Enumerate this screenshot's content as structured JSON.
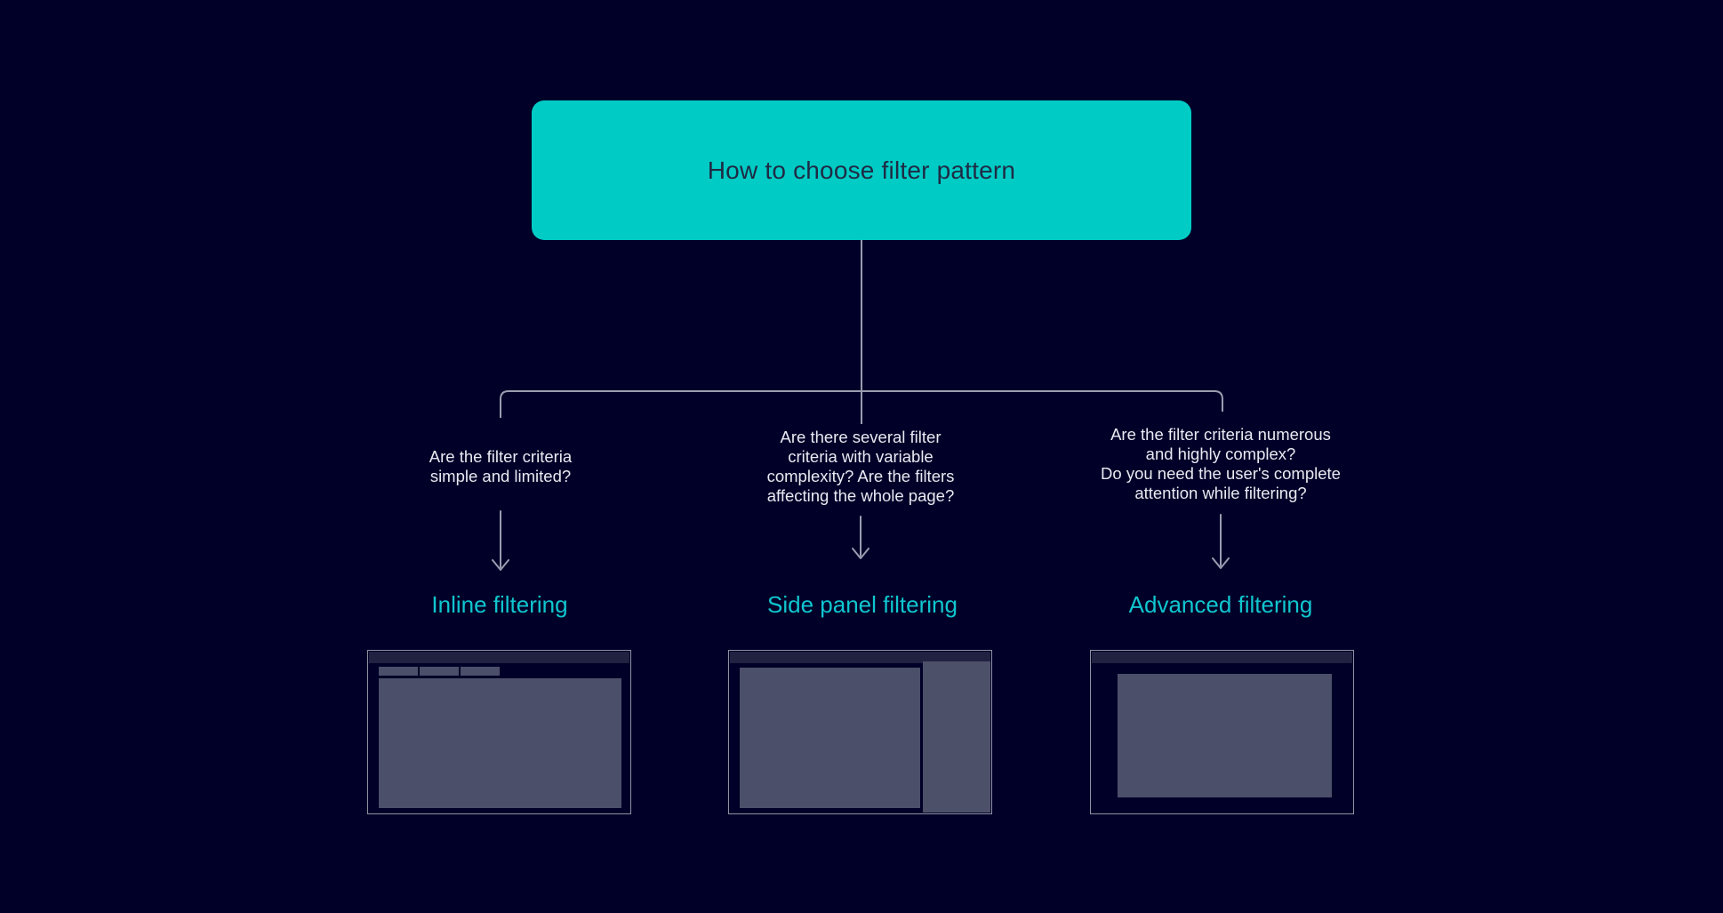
{
  "root": {
    "title": "How to choose filter pattern"
  },
  "branches": [
    {
      "id": "inline",
      "question": "Are the filter criteria\nsimple and limited?",
      "pattern": "Inline filtering",
      "thumbnail": "browser-window-with-inline-filter-chips"
    },
    {
      "id": "side-panel",
      "question": "Are there several filter\ncriteria with variable\ncomplexity? Are the filters\naffecting the whole page?",
      "pattern": "Side panel filtering",
      "thumbnail": "browser-window-with-side-panel"
    },
    {
      "id": "advanced",
      "question": "Are the filter criteria numerous\nand highly complex?\nDo you need the user's complete\nattention while filtering?",
      "pattern": "Advanced filtering",
      "thumbnail": "browser-window-with-centered-modal"
    }
  ],
  "colors": {
    "background": "#000028",
    "accent_node": "#00ccc5",
    "node_text": "#1f2a44",
    "question_text": "#e9e9f2",
    "pattern_link": "#10c6cf",
    "connector_line": "#9a9db0",
    "thumbnail_border": "#8f92a4",
    "thumbnail_fill": "#4c4f69",
    "thumbnail_header": "#212142"
  }
}
